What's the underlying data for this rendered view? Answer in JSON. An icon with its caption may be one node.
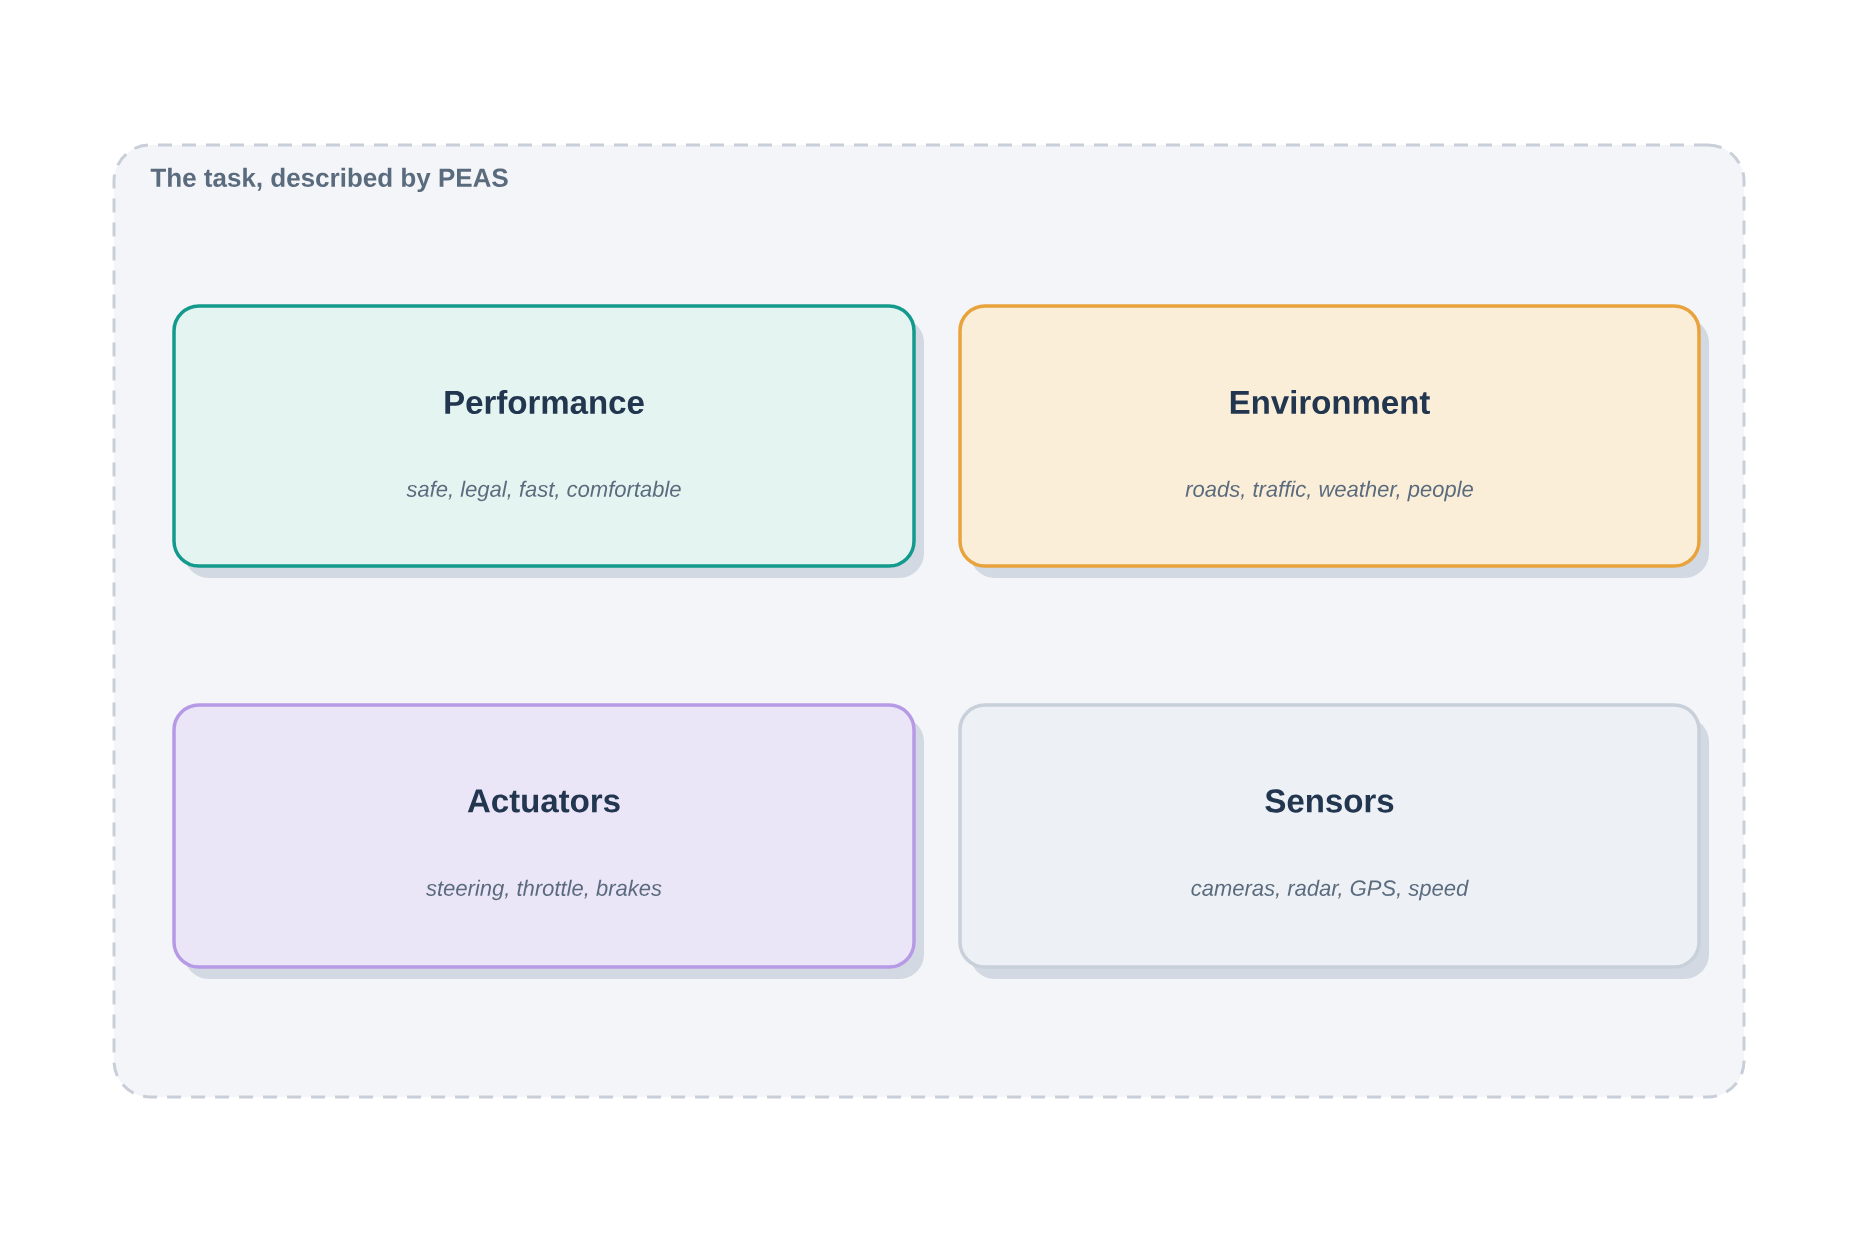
{
  "diagram": {
    "nodes": [
      {
        "text": [
          "The task, described by PEAS"
        ]
      },
      {
        "text": [
          "Performance",
          "safe, legal, fast, comfortable"
        ],
        "in": 0
      },
      {
        "text": [
          "Environment",
          "roads, traffic, weather, people"
        ],
        "in": 0
      },
      {
        "text": [
          "Actuators",
          "steering, throttle, brakes"
        ],
        "in": 0
      },
      {
        "text": [
          "Sensors",
          "cameras, radar, GPS, speed"
        ],
        "in": 0
      }
    ]
  }
}
